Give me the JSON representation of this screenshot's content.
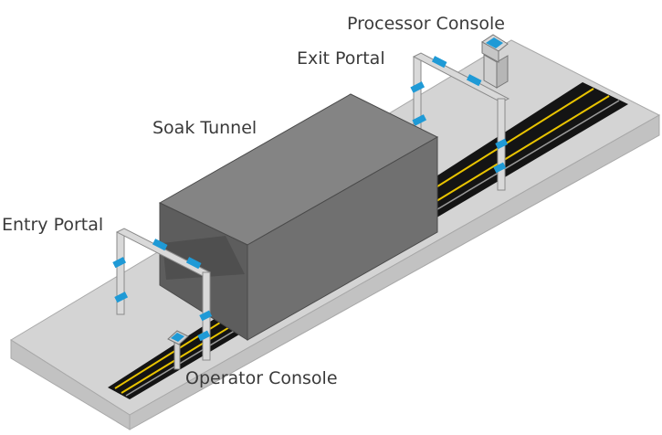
{
  "labels": {
    "processor_console": "Processor Console",
    "exit_portal": "Exit Portal",
    "soak_tunnel": "Soak Tunnel",
    "entry_portal": "Entry Portal",
    "operator_console": "Operator Console"
  },
  "colors": {
    "platform_top": "#d4d4d4",
    "platform_side": "#c2c2c2",
    "platform_edge": "#a8a8a8",
    "tunnel_dark": "#5d5d5d",
    "tunnel_mid": "#707070",
    "tunnel_light": "#848484",
    "portal_frame": "#d9d9d9",
    "sensor_blue": "#1f9ad6",
    "track_black": "#141414",
    "track_yellow": "#e9c400"
  }
}
